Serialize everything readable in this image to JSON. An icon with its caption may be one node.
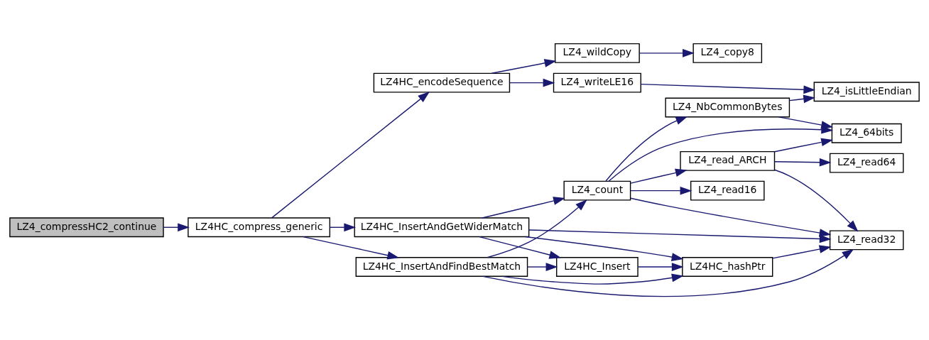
{
  "diagram": {
    "nodes": [
      {
        "text": [
          "LZ4_compressHC2_continue"
        ]
      },
      {
        "text": [
          "LZ4HC_compress_generic"
        ]
      },
      {
        "text": [
          "LZ4HC_encodeSequence"
        ]
      },
      {
        "text": [
          "LZ4HC_InsertAndGetWiderMatch"
        ]
      },
      {
        "text": [
          "LZ4HC_InsertAndFindBestMatch"
        ]
      },
      {
        "text": [
          "LZ4_wildCopy"
        ]
      },
      {
        "text": [
          "LZ4_writeLE16"
        ]
      },
      {
        "text": [
          "LZ4_count"
        ]
      },
      {
        "text": [
          "LZ4HC_Insert"
        ]
      },
      {
        "text": [
          "LZ4HC_hashPtr"
        ]
      },
      {
        "text": [
          "LZ4_copy8"
        ]
      },
      {
        "text": [
          "LZ4_NbCommonBytes"
        ]
      },
      {
        "text": [
          "LZ4_read_ARCH"
        ]
      },
      {
        "text": [
          "LZ4_read16"
        ]
      },
      {
        "text": [
          "LZ4_isLittleEndian"
        ]
      },
      {
        "text": [
          "LZ4_64bits"
        ]
      },
      {
        "text": [
          "LZ4_read64"
        ]
      },
      {
        "text": [
          "LZ4_read32"
        ]
      }
    ],
    "edges": [
      {
        "from": 0,
        "to": 1,
        "arrow": "to"
      },
      {
        "from": 1,
        "to": 2,
        "arrow": "to"
      },
      {
        "from": 1,
        "to": 3,
        "arrow": "to"
      },
      {
        "from": 1,
        "to": 4,
        "arrow": "to"
      },
      {
        "from": 2,
        "to": 5,
        "arrow": "to"
      },
      {
        "from": 2,
        "to": 6,
        "arrow": "to"
      },
      {
        "from": 5,
        "to": 10,
        "arrow": "to"
      },
      {
        "from": 6,
        "to": 14,
        "arrow": "to"
      },
      {
        "from": 3,
        "to": 7,
        "arrow": "to"
      },
      {
        "from": 3,
        "to": 17,
        "arrow": "to"
      },
      {
        "from": 3,
        "to": 8,
        "arrow": "to"
      },
      {
        "from": 3,
        "to": 9,
        "arrow": "to"
      },
      {
        "from": 4,
        "to": 7,
        "arrow": "to"
      },
      {
        "from": 4,
        "to": 8,
        "arrow": "to"
      },
      {
        "from": 4,
        "to": 9,
        "arrow": "to"
      },
      {
        "from": 4,
        "to": 17,
        "arrow": "to"
      },
      {
        "from": 7,
        "to": 11,
        "arrow": "to"
      },
      {
        "from": 7,
        "to": 15,
        "arrow": "to"
      },
      {
        "from": 7,
        "to": 12,
        "arrow": "to"
      },
      {
        "from": 7,
        "to": 13,
        "arrow": "to"
      },
      {
        "from": 7,
        "to": 17,
        "arrow": "to"
      },
      {
        "from": 11,
        "to": 14,
        "arrow": "to"
      },
      {
        "from": 11,
        "to": 15,
        "arrow": "to"
      },
      {
        "from": 12,
        "to": 15,
        "arrow": "to"
      },
      {
        "from": 12,
        "to": 16,
        "arrow": "to"
      },
      {
        "from": 12,
        "to": 17,
        "arrow": "to"
      },
      {
        "from": 8,
        "to": 9,
        "arrow": "to"
      },
      {
        "from": 9,
        "to": 17,
        "arrow": "to"
      }
    ]
  }
}
